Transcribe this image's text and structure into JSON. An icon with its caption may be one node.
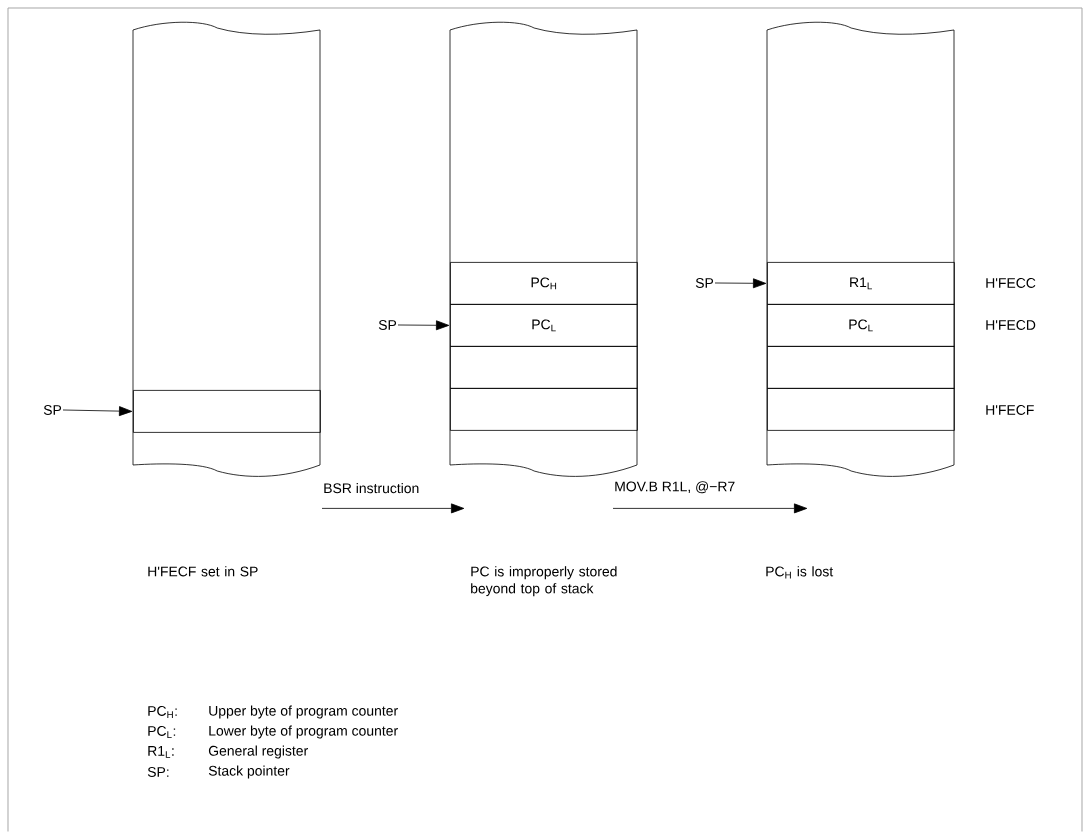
{
  "diagram": {
    "nodes": [
      {
        "text": [],
        "shape": "box"
      },
      {
        "text": [],
        "shape": "box",
        "in": 0
      },
      {
        "text": [
          "SP"
        ]
      },
      {
        "text": [],
        "shape": "box"
      },
      {
        "text": [
          "PC$_{H}$"
        ],
        "in": 3
      },
      {
        "text": [
          "SP"
        ]
      },
      {
        "text": [
          "PC$_{L}$"
        ],
        "in": 3
      },
      {
        "text": [],
        "shape": "box",
        "in": 3
      },
      {
        "text": [],
        "shape": "box",
        "in": 3
      },
      {
        "text": [],
        "shape": "box"
      },
      {
        "text": [
          "SP"
        ]
      },
      {
        "text": [
          "R1$_{L}$"
        ],
        "in": 9
      },
      {
        "text": [
          "PC$_{L}$"
        ],
        "in": 9
      },
      {
        "text": [],
        "shape": "box",
        "in": 9
      },
      {
        "text": [],
        "shape": "box",
        "in": 9
      }
    ],
    "edges": [
      {
        "from": 2,
        "to": 1,
        "arrow": "to"
      },
      {
        "from": 5,
        "to": 6,
        "arrow": "to"
      },
      {
        "from": 10,
        "to": 11,
        "arrow": "to"
      },
      {
        "from": 0,
        "to": 3,
        "arrow": "to",
        "label": "BSR instruction"
      },
      {
        "from": 3,
        "to": 9,
        "arrow": "to",
        "label": "MOV.B R1L, @−R7"
      }
    ],
    "labels": [
      "H'FECC",
      "H'FECD",
      "H'FECF",
      "H'FECF set in SP",
      "PC is improperly stored beyond top of stack",
      "PC$_{H}$ is lost",
      "PC$_{H}$:",
      "Upper byte of program counter",
      "PC$_{L}$:",
      "Lower byte of program counter",
      "R1$_{L}$:",
      "General register",
      "SP:",
      "Stack pointer"
    ]
  }
}
